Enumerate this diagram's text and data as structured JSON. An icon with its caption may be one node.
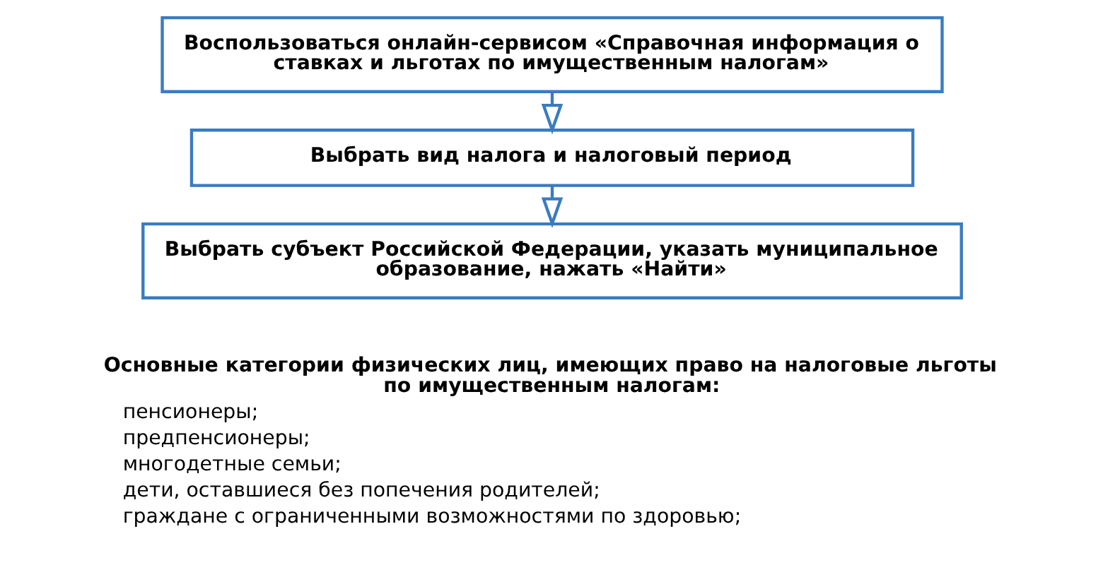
{
  "diagram": {
    "nodes": [
      {
        "text": [
          "Воспользоваться онлайн-сервисом «Справочная информация о ставках и льготах по имущественным налогам»"
        ]
      },
      {
        "text": [
          "Выбрать вид налога и налоговый период"
        ]
      },
      {
        "text": [
          "Выбрать субъект Российской Федерации, указать муниципальное образование, нажать «Найти»"
        ]
      }
    ],
    "edges": [
      {
        "from": 0,
        "to": 1,
        "arrow": "to"
      },
      {
        "from": 1,
        "to": 2,
        "arrow": "to"
      }
    ],
    "labels": [
      "Основные категории физических лиц, имеющих право на налоговые льготы по имущественным налогам:",
      "пенсионеры;",
      "предпенсионеры;",
      "многодетные семьи;",
      "дети, оставшиеся без попечения родителей;",
      "граждане с ограниченными возможностями по здоровью;"
    ]
  }
}
